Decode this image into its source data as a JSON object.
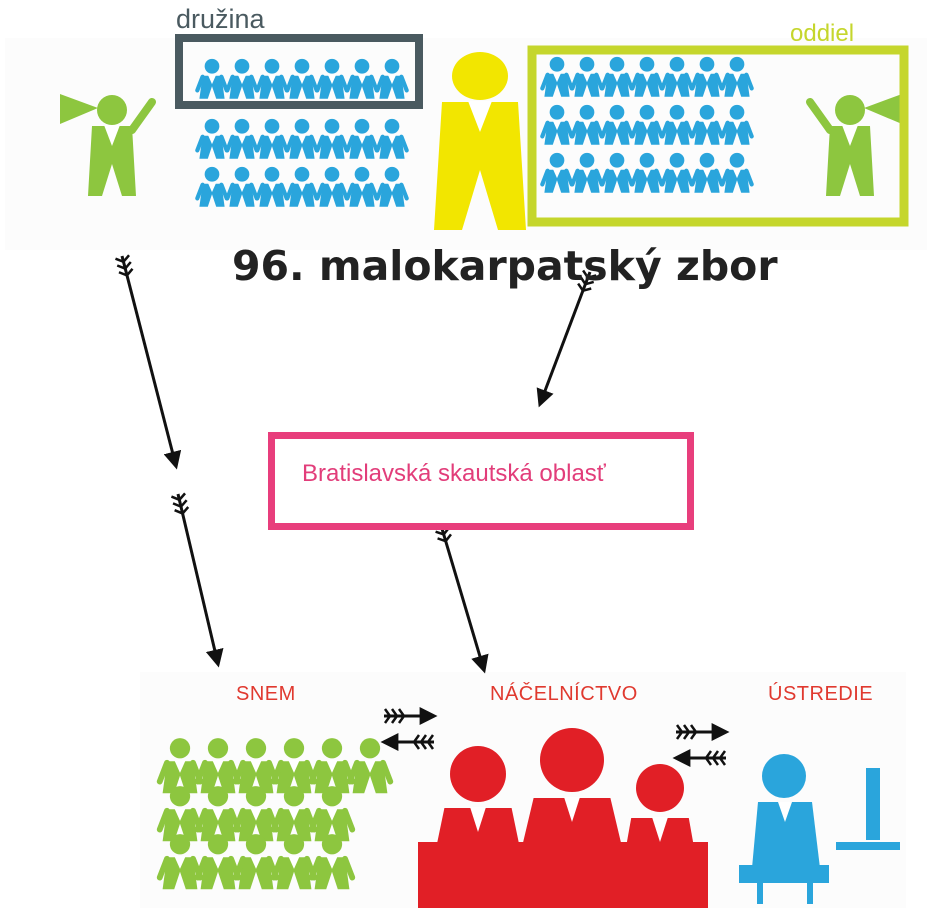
{
  "labels": {
    "druzina": "družina",
    "oddiel": "oddiel",
    "troop": "96. malokarpatský zbor",
    "region": "Bratislavská skautská oblasť"
  },
  "sections": {
    "snem": "SNEM",
    "nacelnictvo": "NÁČELNÍCTVO",
    "ustredie": "ÚSTREDIE"
  },
  "colors": {
    "druzina_box": "#4a5a60",
    "oddiel_box": "#c5d62c",
    "region_box": "#e83e7c",
    "scouts_blue": "#2aa5dc",
    "scouts_green": "#8dc63f",
    "leader_yellow": "#f2e600",
    "council_red": "#e11f26",
    "section_title": "#e0392f"
  }
}
